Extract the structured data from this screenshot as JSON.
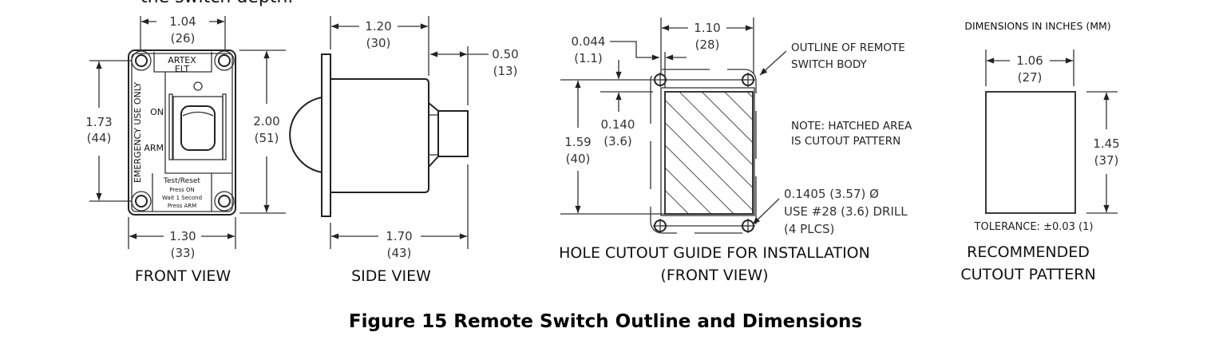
{
  "top_text": "the switch depth.",
  "caption": "Figure 15 Remote Switch Outline and Dimensions",
  "units_note": "DIMENSIONS IN INCHES (MM)",
  "front_view": {
    "title": "FRONT VIEW",
    "brand_line1": "ARTEX",
    "brand_line2": "ELT",
    "side_text": "EMERGENCY USE ONLY",
    "switch_on": "ON",
    "switch_arm": "ARM",
    "instr_title": "Test/Reset",
    "instr_1": "Press ON",
    "instr_2": "Wait 1 Second",
    "instr_3": "Press ARM",
    "dim_hole_spacing": {
      "in": "1.04",
      "mm": "(26)"
    },
    "dim_hole_vertical": {
      "in": "1.73",
      "mm": "(44)"
    },
    "dim_width": {
      "in": "1.30",
      "mm": "(33)"
    },
    "dim_height": {
      "in": "2.00",
      "mm": "(51)"
    }
  },
  "side_view": {
    "title": "SIDE VIEW",
    "dim_body_depth": {
      "in": "1.20",
      "mm": "(30)"
    },
    "dim_toggle": {
      "in": "0.50",
      "mm": "(13)"
    },
    "dim_total": {
      "in": "1.70",
      "mm": "(43)"
    }
  },
  "hole_cutout": {
    "title_line1": "HOLE CUTOUT GUIDE FOR INSTALLATION",
    "title_line2": "(FRONT VIEW)",
    "dim_width": {
      "in": "1.10",
      "mm": "(28)"
    },
    "dim_offset": {
      "in": "0.044",
      "mm": "(1.1)"
    },
    "dim_edge": {
      "in": "0.140",
      "mm": "(3.6)"
    },
    "dim_height": {
      "in": "1.59",
      "mm": "(40)"
    },
    "note_outline_1": "OUTLINE OF REMOTE",
    "note_outline_2": "SWITCH BODY",
    "note_hatch_1": "NOTE: HATCHED AREA",
    "note_hatch_2": "IS CUTOUT PATTERN",
    "note_hole_1": "0.1405 (3.57) Ø",
    "note_hole_2": "USE #28 (3.6) DRILL",
    "note_hole_3": "(4 PLCS)"
  },
  "recommended_cutout": {
    "title_line1": "RECOMMENDED",
    "title_line2": "CUTOUT PATTERN",
    "dim_width": {
      "in": "1.06",
      "mm": "(27)"
    },
    "dim_height": {
      "in": "1.45",
      "mm": "(37)"
    },
    "tolerance": "TOLERANCE: ±0.03 (1)"
  }
}
